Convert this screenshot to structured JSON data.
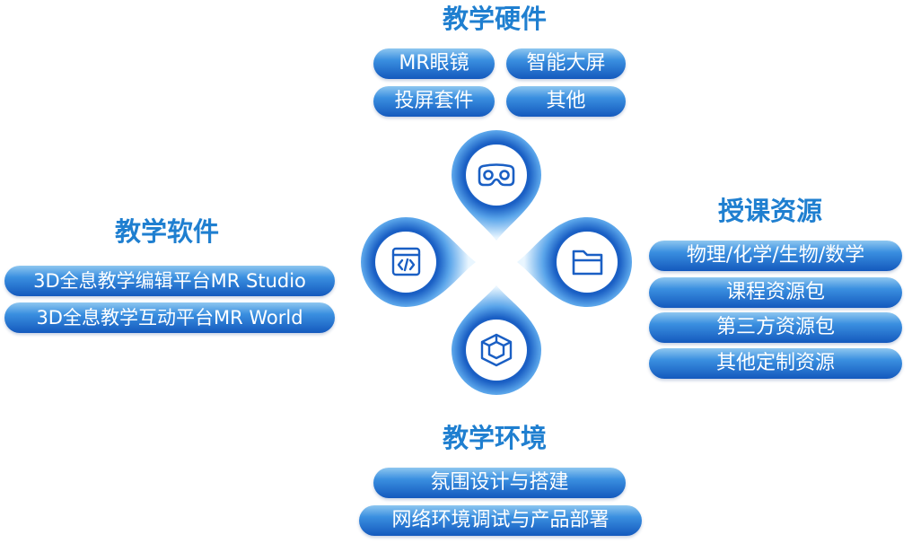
{
  "hardware": {
    "title": "教学硬件",
    "items": [
      "MR眼镜",
      "智能大屏",
      "投屏套件",
      "其他"
    ]
  },
  "software": {
    "title": "教学软件",
    "items": [
      "3D全息教学编辑平台MR Studio",
      "3D全息教学互动平台MR World"
    ]
  },
  "resources": {
    "title": "授课资源",
    "items": [
      "物理/化学/生物/数学",
      "课程资源包",
      "第三方资源包",
      "其他定制资源"
    ]
  },
  "environment": {
    "title": "教学环境",
    "items": [
      "氛围设计与搭建",
      "网络环境调试与产品部署"
    ]
  },
  "colors": {
    "title": "#1f7fd0",
    "pill_top": "#8ec7f0",
    "pill_bottom": "#1459bd",
    "petal_dark": "#1a5fc4",
    "petal_light": "#e9f6ff"
  },
  "icons": [
    "vr-goggles-icon",
    "code-window-icon",
    "folder-icon",
    "cube-icon"
  ]
}
